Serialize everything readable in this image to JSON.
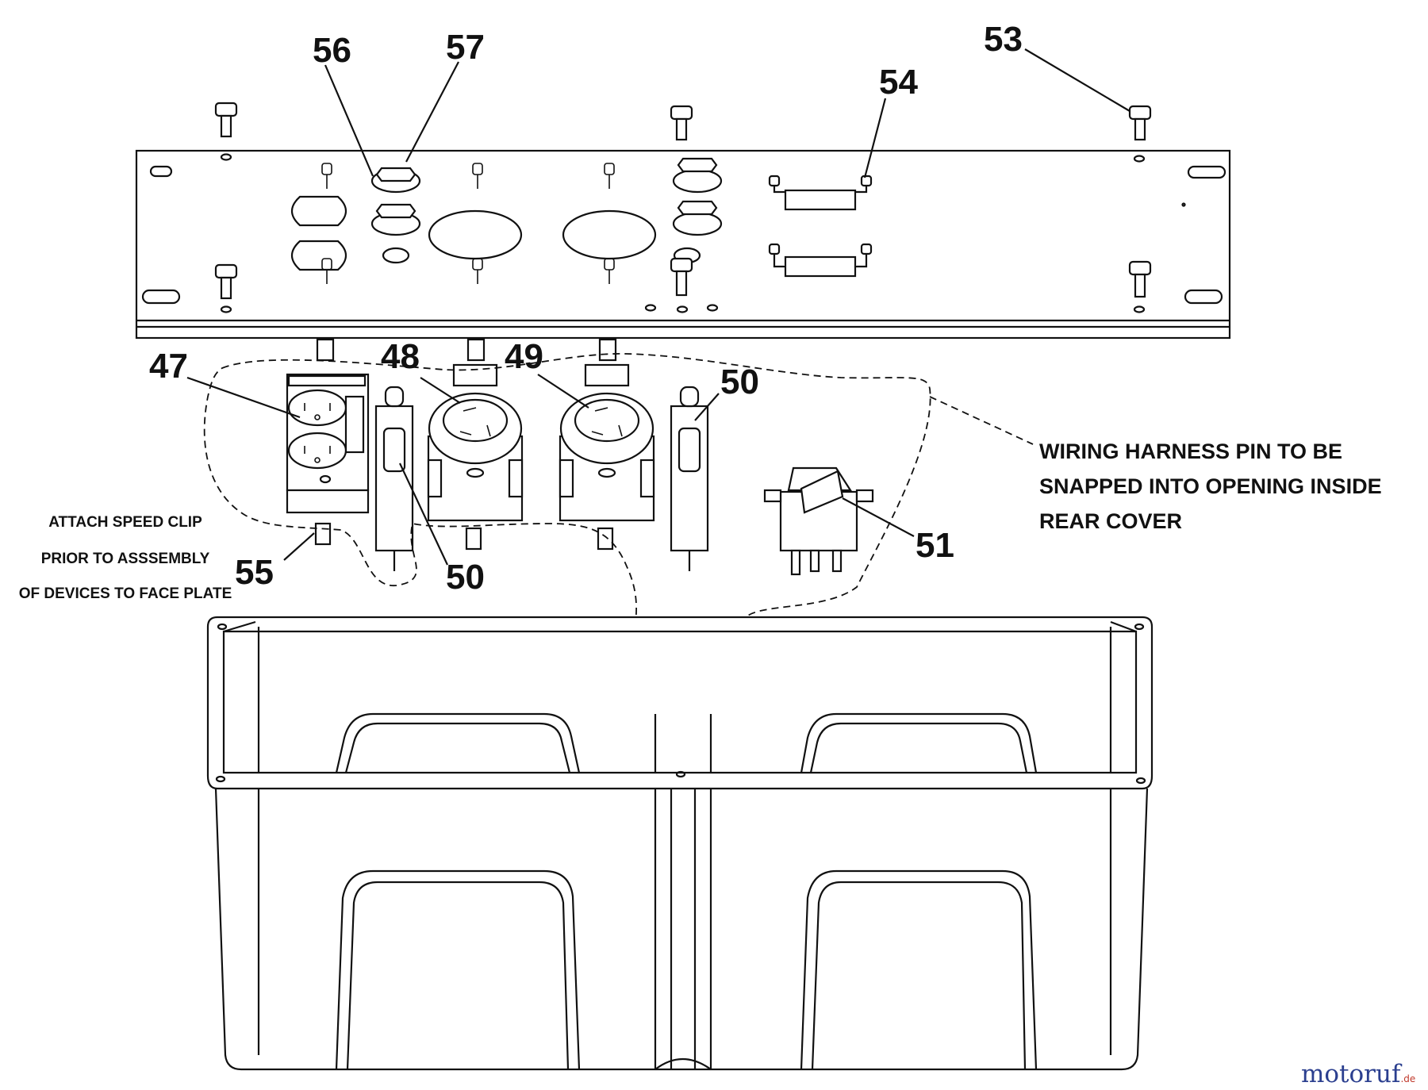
{
  "callouts": {
    "c47": "47",
    "c48": "48",
    "c49": "49",
    "c50a": "50",
    "c50b": "50",
    "c51": "51",
    "c53": "53",
    "c54": "54",
    "c55": "55",
    "c56": "56",
    "c57": "57"
  },
  "notes": {
    "harness": [
      "WIRING HARNESS PIN TO BE",
      "SNAPPED INTO OPENING INSIDE",
      "REAR COVER"
    ],
    "speed_clip": [
      "ATTACH SPEED CLIP",
      "PRIOR TO ASSSEMBLY",
      "OF DEVICES TO FACE PLATE"
    ]
  },
  "watermark": {
    "brand": "motoruf",
    "suffix": ".de",
    "colors": {
      "main": "#2b3f8f",
      "accent": "#c0392b"
    }
  }
}
